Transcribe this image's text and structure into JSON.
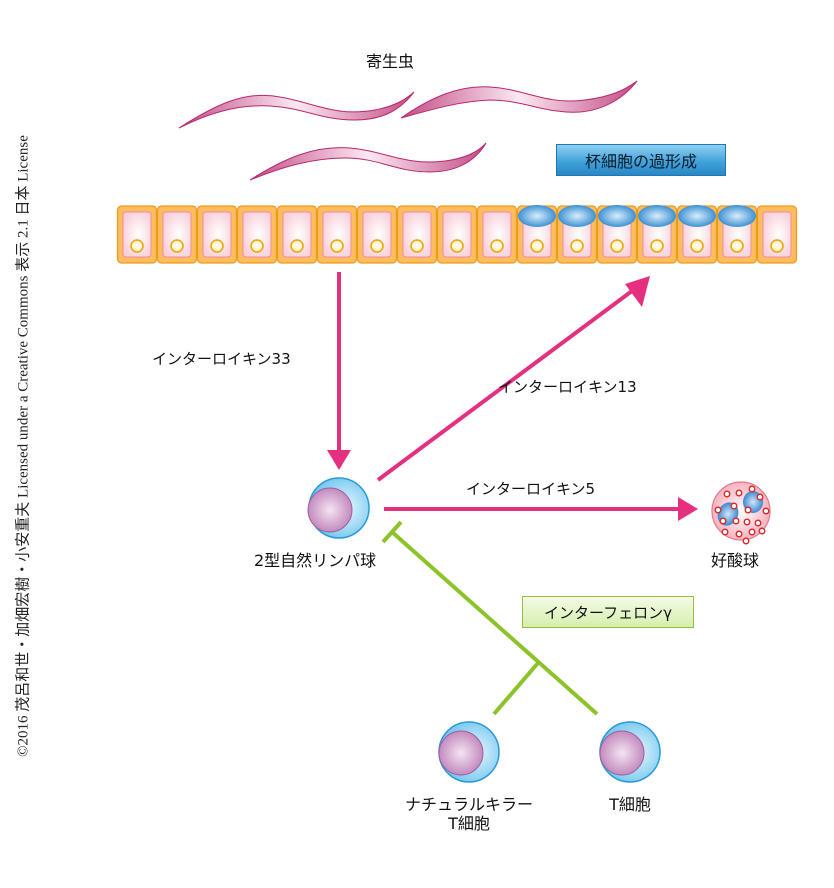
{
  "credit": "©2016 茂呂和世・加畑宏樹・小安重夫 Licensed under a Creative Commons 表示 2.1 日本 License",
  "labels": {
    "parasite": "寄生虫",
    "goblet_hyperplasia": "杯細胞の過形成",
    "il33": "インターロイキン33",
    "il13": "インターロイキン13",
    "il5": "インターロイキン5",
    "ilc2": "2型自然リンパ球",
    "eosinophil": "好酸球",
    "ifn_gamma": "インターフェロンγ",
    "nkt_line1": "ナチュラルキラー",
    "nkt_line2": "T細胞",
    "t_cell": "T細胞"
  },
  "epithelium": {
    "cell_count": 17,
    "goblet_cell_indices": [
      10,
      11,
      12,
      13,
      14,
      15
    ]
  },
  "colors": {
    "activation_arrow": "#e5307f",
    "inhibition_line": "#8cc22a",
    "parasite": "#c2427e",
    "epithelium_border": "#f4a020",
    "goblet_blue": "#2d8fd6",
    "lymphocyte_outer": "#7fcdf2",
    "lymphocyte_nucleus": "#c98cc4"
  }
}
